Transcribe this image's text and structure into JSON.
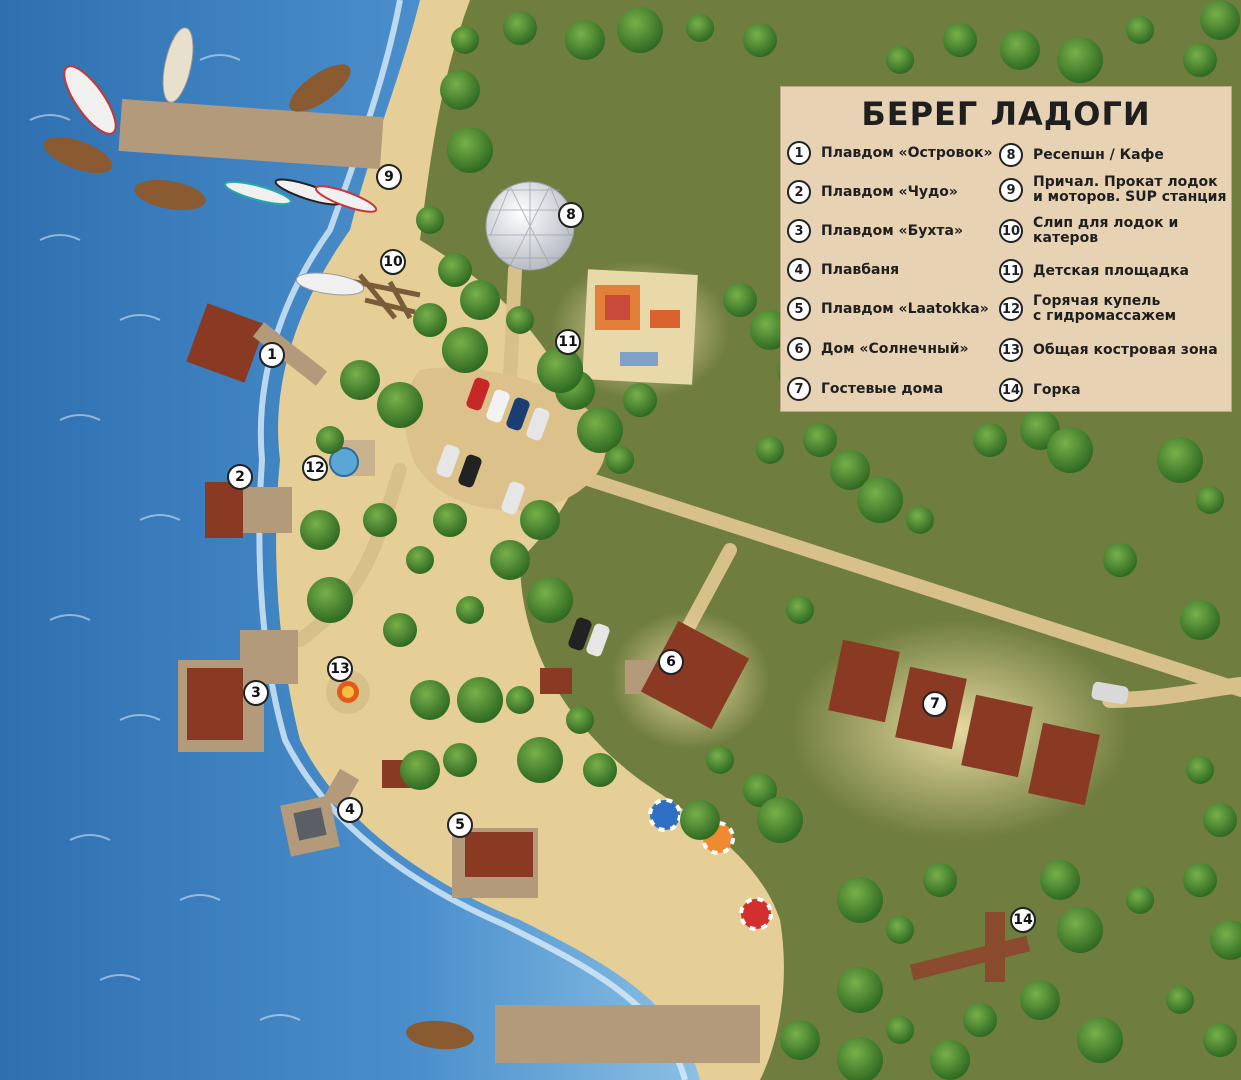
{
  "legend": {
    "title": "БЕРЕГ ЛАДОГИ",
    "items": [
      {
        "num": "1",
        "label": "Плавдом «Островок»"
      },
      {
        "num": "2",
        "label": "Плавдом «Чудо»"
      },
      {
        "num": "3",
        "label": "Плавдом «Бухта»"
      },
      {
        "num": "4",
        "label": "Плавбаня"
      },
      {
        "num": "5",
        "label": "Плавдом «Laatokka»"
      },
      {
        "num": "6",
        "label": "Дом «Солнечный»"
      },
      {
        "num": "7",
        "label": "Гостевые дома"
      },
      {
        "num": "8",
        "label": "Ресепшн / Кафе"
      },
      {
        "num": "9",
        "label": "Причал. Прокат лодок\nи моторов. SUP станция"
      },
      {
        "num": "10",
        "label": "Слип для лодок и\nкатеров"
      },
      {
        "num": "11",
        "label": "Детская площадка"
      },
      {
        "num": "12",
        "label": "Горячая купель\nс гидромассажем"
      },
      {
        "num": "13",
        "label": "Общая костровая зона"
      },
      {
        "num": "14",
        "label": "Горка"
      }
    ]
  },
  "map_markers": [
    "1",
    "2",
    "3",
    "4",
    "5",
    "6",
    "7",
    "8",
    "9",
    "10",
    "11",
    "12",
    "13",
    "14"
  ],
  "colors": {
    "water": "#3a7fc0",
    "water_light": "#7fb3dd",
    "sand": "#e6cf96",
    "grass": "#6f7d3f",
    "tree": "#3f7a2a",
    "wood": "#b39a7a",
    "roof": "#8a3a22"
  }
}
